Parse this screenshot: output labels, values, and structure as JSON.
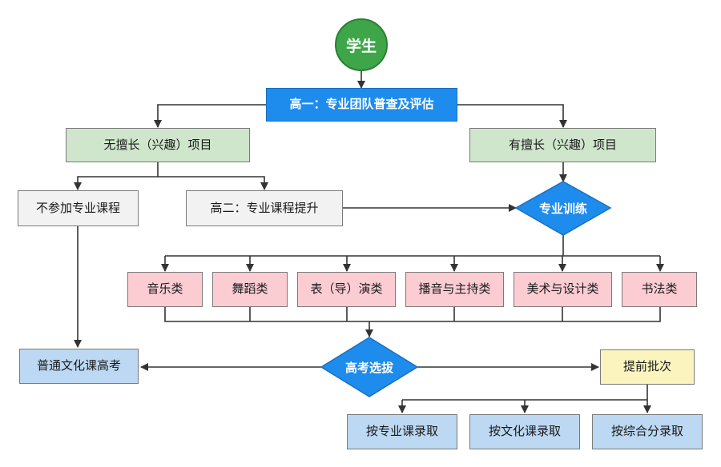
{
  "nodes": {
    "student": "学生",
    "grade1": "高一：专业团队普查及评估",
    "no_talent": "无擅长（兴趣）项目",
    "has_talent": "有擅长（兴趣）项目",
    "no_course": "不参加专业课程",
    "grade2": "高二：专业课程提升",
    "training": "专业训练",
    "music": "音乐类",
    "dance": "舞蹈类",
    "acting": "表（导）演类",
    "broadcast": "播音与主持类",
    "art": "美术与设计类",
    "calligraphy": "书法类",
    "regular_exam": "普通文化课高考",
    "selection": "高考选拔",
    "early_batch": "提前批次",
    "by_major": "按专业课录取",
    "by_culture": "按文化课录取",
    "by_composite": "按综合分录取"
  },
  "colors": {
    "start": "#3ea649",
    "primary": "#1e8cec",
    "green": "#cfe6cc",
    "gray": "#f2f2f2",
    "pink": "#fbcdd3",
    "light_blue": "#bcd8f2",
    "yellow": "#fbf4bf",
    "line": "#333333"
  }
}
